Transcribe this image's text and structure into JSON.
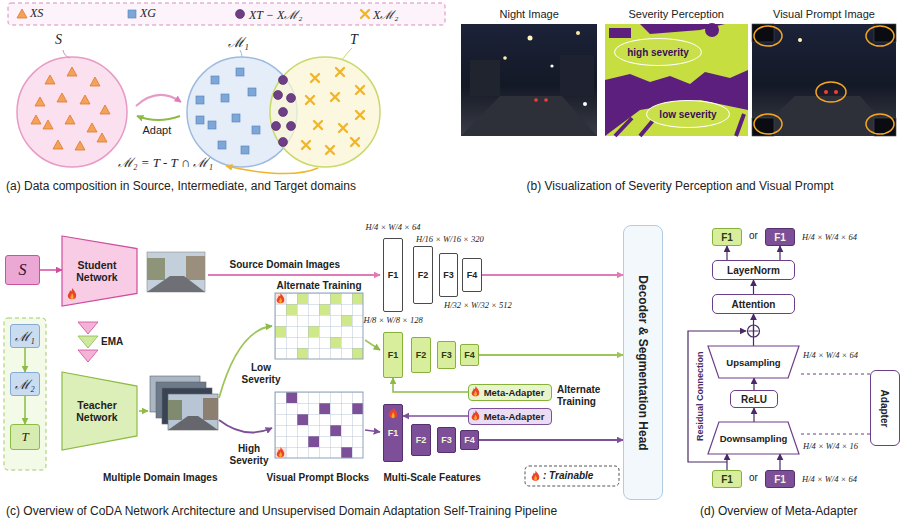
{
  "diagram": {
    "nodes": [
      {
        "text": [
          "high severity"
        ]
      },
      {
        "text": [
          "low severity"
        ]
      },
      {
        "text": [
          "S"
        ]
      },
      {
        "text": [
          "Student Network"
        ]
      },
      {
        "text": [
          "ℳ₁"
        ]
      },
      {
        "text": [
          "ℳ₂"
        ]
      },
      {
        "text": [
          "T"
        ]
      },
      {
        "text": [
          "Teacher Network"
        ]
      },
      {
        "text": [
          "F1"
        ]
      },
      {
        "text": [
          "F2"
        ]
      },
      {
        "text": [
          "F3"
        ]
      },
      {
        "text": [
          "F4"
        ]
      },
      {
        "text": [
          "F1"
        ]
      },
      {
        "text": [
          "F2"
        ]
      },
      {
        "text": [
          "F3"
        ]
      },
      {
        "text": [
          "F4"
        ]
      },
      {
        "text": [
          "F1"
        ]
      },
      {
        "text": [
          "F2"
        ]
      },
      {
        "text": [
          "F3"
        ]
      },
      {
        "text": [
          "F4"
        ]
      },
      {
        "text": [
          "Meta-Adapter"
        ]
      },
      {
        "text": [
          "Meta-Adapter"
        ]
      },
      {
        "text": [
          "Decoder & Segmentation Head"
        ]
      },
      {
        "text": [
          "F1"
        ]
      },
      {
        "text": [
          "F1"
        ]
      },
      {
        "text": [
          "LayerNorm"
        ]
      },
      {
        "text": [
          "Attention"
        ]
      },
      {
        "text": [
          "Upsampling"
        ]
      },
      {
        "text": [
          "ReLU"
        ]
      },
      {
        "text": [
          "Downsampling"
        ]
      },
      {
        "text": [
          "F1"
        ]
      },
      {
        "text": [
          "F1"
        ]
      },
      {
        "text": [
          "Adapter"
        ]
      }
    ],
    "edges": [
      {
        "from": 2,
        "to": 3,
        "arrow": "to"
      },
      {
        "from": 4,
        "to": 5,
        "arrow": "to"
      },
      {
        "from": 5,
        "to": 6,
        "arrow": "to"
      },
      {
        "from": 11,
        "to": 22,
        "arrow": "to"
      },
      {
        "from": 15,
        "to": 22,
        "arrow": "to"
      },
      {
        "from": 19,
        "to": 22,
        "arrow": "to"
      },
      {
        "from": 20,
        "to": 12,
        "arrow": "to"
      },
      {
        "from": 21,
        "to": 16,
        "arrow": "to"
      },
      {
        "from": 30,
        "to": 29,
        "arrow": "to"
      },
      {
        "from": 31,
        "to": 29,
        "arrow": "to"
      },
      {
        "from": 29,
        "to": 28,
        "arrow": "to"
      },
      {
        "from": 28,
        "to": 27,
        "arrow": "to"
      },
      {
        "from": 27,
        "to": 26,
        "arrow": "to"
      },
      {
        "from": 26,
        "to": 25,
        "arrow": "to"
      },
      {
        "from": 25,
        "to": 23,
        "arrow": "to"
      },
      {
        "from": 25,
        "to": 24,
        "arrow": "to"
      },
      {
        "from": 32,
        "to": 27,
        "arrow": "none"
      },
      {
        "from": 32,
        "to": 29,
        "arrow": "none"
      }
    ],
    "labels": [
      "S",
      "ℳ₁",
      "T",
      "Adapt",
      "ℳ₂ = T - T ∩ ℳ₁",
      "(a) Data composition in Source, Intermediate, and Target domains",
      "Night Image",
      "Severity Perception",
      "Visual Prompt Image",
      "(b) Visualization of Severity Perception and Visual Prompt",
      "Source Domain Images",
      "H/4 × W/4 × 64",
      "H/16 × W/16 × 320",
      "H/32 × W/32 × 512",
      "H/8 × W/8 × 128",
      "EMA",
      "Alternate Training",
      "Low Severity",
      "High Severity",
      "Alternate Training",
      "Multiple Domain Images",
      "Visual Prompt Blocks",
      "Multi-Scale Features",
      "(c) Overview of CoDA Network Architecture and Unsupervised Domain Adaptation Self-Training Pipeline",
      "or",
      "H/4 × W/4 × 64",
      "H/4 × W/4 × 64",
      "Residual Connection",
      "H/4 × W/4 × 16",
      "or",
      "H/4 × W/4 × 64",
      "(d) Overview of Meta-Adapter"
    ],
    "legend": [
      {
        "text": "XS"
      },
      {
        "text": "XG"
      },
      {
        "text": "XT − Xℳ₂"
      },
      {
        "text": "Xℳ₂"
      },
      {
        "text": ": Trainable"
      }
    ]
  }
}
